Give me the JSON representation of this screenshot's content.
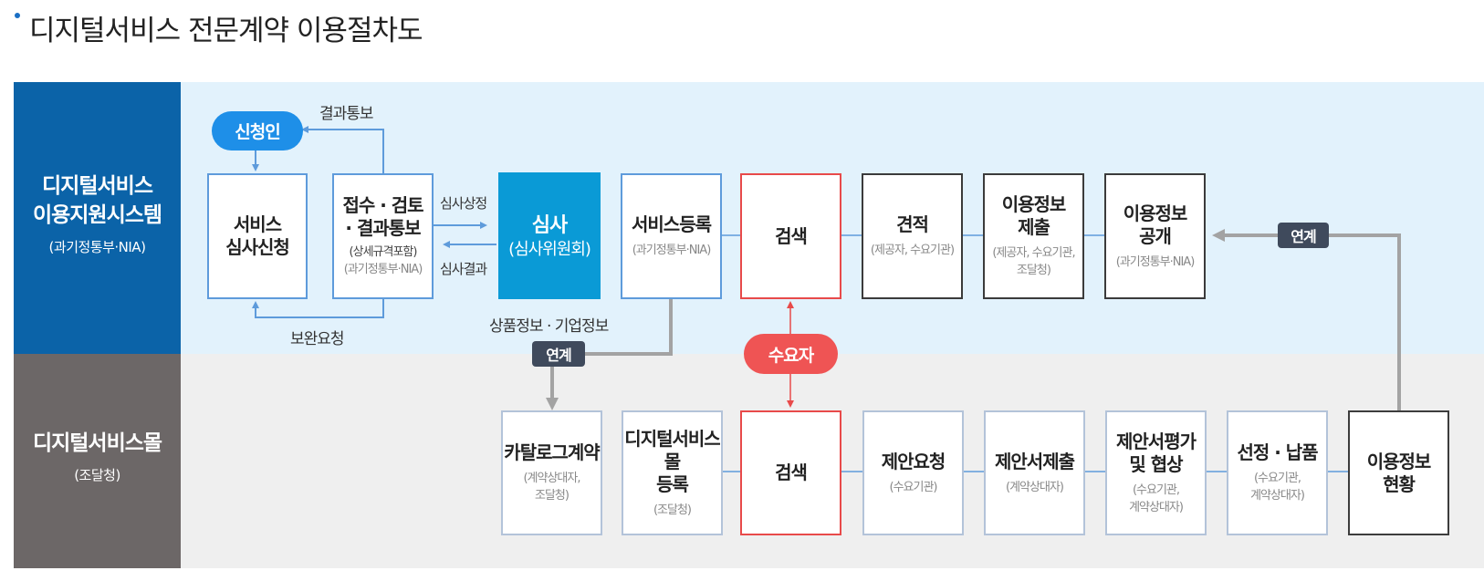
{
  "title": "디지털서비스 전문계약 이용절차도",
  "lanes": {
    "top": {
      "title": "디지털서비스\n이용지원시스템",
      "sub": "(과기정통부·NIA)"
    },
    "bottom": {
      "title": "디지털서비스몰",
      "sub": "(조달청)"
    }
  },
  "top_row": [
    {
      "title": "서비스\n심사신청",
      "sub": ""
    },
    {
      "title": "접수 · 검토\n· 결과통보",
      "note": "(상세규격포함)",
      "sub": "(과기정통부·NIA)"
    },
    {
      "title": "심사",
      "sub": "(심사위원회)"
    },
    {
      "title": "서비스등록",
      "sub": "(과기정통부·NIA)"
    },
    {
      "title": "검색",
      "sub": ""
    },
    {
      "title": "견적",
      "sub": "(제공자, 수요기관)"
    },
    {
      "title": "이용정보\n제출",
      "sub": "(제공자, 수요기관,\n조달청)"
    },
    {
      "title": "이용정보\n공개",
      "sub": "(과기정통부·NIA)"
    }
  ],
  "bottom_row": [
    {
      "title": "카탈로그계약",
      "sub": "(계약상대자,\n조달청)"
    },
    {
      "title": "디지털서비스몰\n등록",
      "sub": "(조달청)"
    },
    {
      "title": "검색",
      "sub": ""
    },
    {
      "title": "제안요청",
      "sub": "(수요기관)"
    },
    {
      "title": "제안서제출",
      "sub": "(계약상대자)"
    },
    {
      "title": "제안서평가\n및 협상",
      "sub": "(수요기관,\n계약상대자)"
    },
    {
      "title": "선정 · 납품",
      "sub": "(수요기관,\n계약상대자)"
    },
    {
      "title": "이용정보\n현황",
      "sub": ""
    }
  ],
  "pills": {
    "applicant": "신청인",
    "demander": "수요자"
  },
  "tags": {
    "link1": "연계",
    "link2": "연계"
  },
  "labels": {
    "result_notice": "결과통보",
    "review_submit": "심사상정",
    "review_result": "심사결과",
    "supplement": "보완요청",
    "product_info": "상품정보 · 기업정보"
  }
}
